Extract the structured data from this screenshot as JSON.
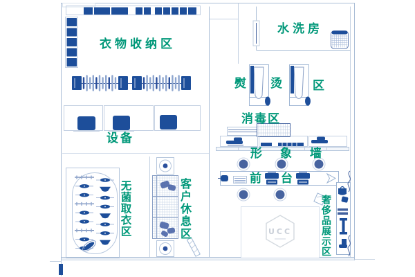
{
  "colors": {
    "label_green": "#009879",
    "furniture_dark": "#1d4e9a",
    "furniture_mid": "#41609e",
    "hanger_light": "#8ea6cf",
    "wall": "#a9bdd6",
    "wall_light": "#c3d0e2",
    "logo_gray": "#c9cfd8",
    "background": "#ffffff"
  },
  "areas": {
    "clothing_storage": {
      "label": "衣物收纳区"
    },
    "equipment": {
      "label": "设备"
    },
    "washing_room": {
      "label": "水洗房"
    },
    "ironing": {
      "label": "熨烫区",
      "chars": [
        "熨",
        "烫",
        "区"
      ]
    },
    "disinfection": {
      "label": "消毒区"
    },
    "image_wall": {
      "label": "形象墙"
    },
    "front_desk": {
      "label": "前台",
      "chars": [
        "前",
        "台"
      ]
    },
    "sterile_pickup": {
      "label": "无菌取衣区"
    },
    "customer_rest": {
      "label": "客户休息区"
    },
    "luxury_display": {
      "label": "奢侈品展示区"
    }
  },
  "logo": {
    "text": "UCC"
  }
}
